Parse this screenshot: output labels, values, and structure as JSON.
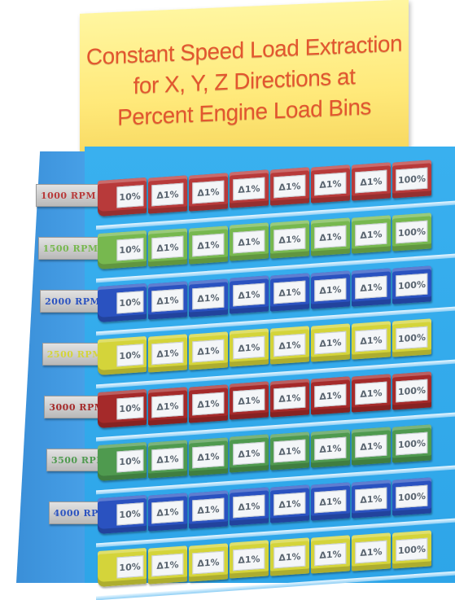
{
  "sign": {
    "lines": [
      "Constant Speed Load Extraction",
      "for X, Y, Z Directions at",
      "Percent Engine Load Bins"
    ]
  },
  "colors": {
    "title_text": "#e2562f",
    "sign_background": "#ffec80",
    "rack": "#2ea5e8"
  },
  "rows": [
    {
      "rpm": "1000 RPM",
      "color": "#b83a3a"
    },
    {
      "rpm": "1500 RPM",
      "color": "#77b84f"
    },
    {
      "rpm": "2000 RPM",
      "color": "#2a52c0"
    },
    {
      "rpm": "2500 RPM",
      "color": "#d4d43a"
    },
    {
      "rpm": "3000 RPM",
      "color": "#a52a2a"
    },
    {
      "rpm": "3500 RPM",
      "color": "#4f9a4f"
    },
    {
      "rpm": "4000 RPM",
      "color": "#2a52c0"
    },
    {
      "rpm": "",
      "color": "#d4d43a"
    }
  ],
  "bin_labels": [
    "10%",
    "Δ1%",
    "Δ1%",
    "Δ1%",
    "Δ1%",
    "Δ1%",
    "Δ1%",
    "100%"
  ]
}
